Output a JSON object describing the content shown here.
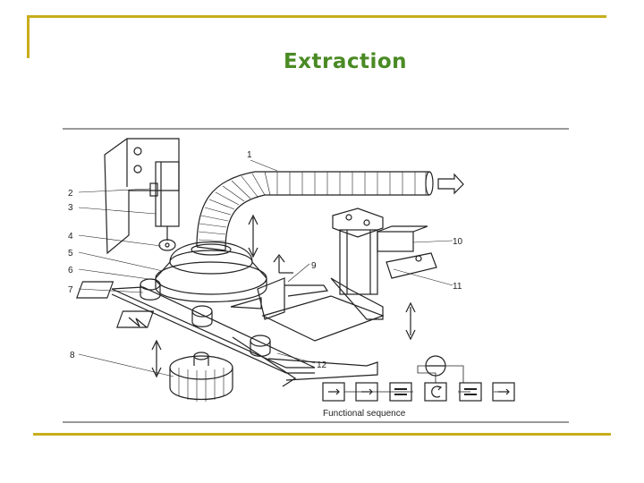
{
  "slide": {
    "title": "Extraction",
    "accent_color": "#c8ad1b",
    "title_color": "#4a8a24"
  },
  "diagram": {
    "callouts": [
      "1",
      "2",
      "3",
      "4",
      "5",
      "6",
      "7",
      "8",
      "9",
      "10",
      "11",
      "12"
    ],
    "caption": "Functional sequence",
    "sequence_icons": [
      "arrow-box-icon",
      "arrow-box-icon",
      "double-bar-box-icon",
      "rotate-box-icon",
      "double-bar-box-icon",
      "arrow-box-icon"
    ]
  }
}
